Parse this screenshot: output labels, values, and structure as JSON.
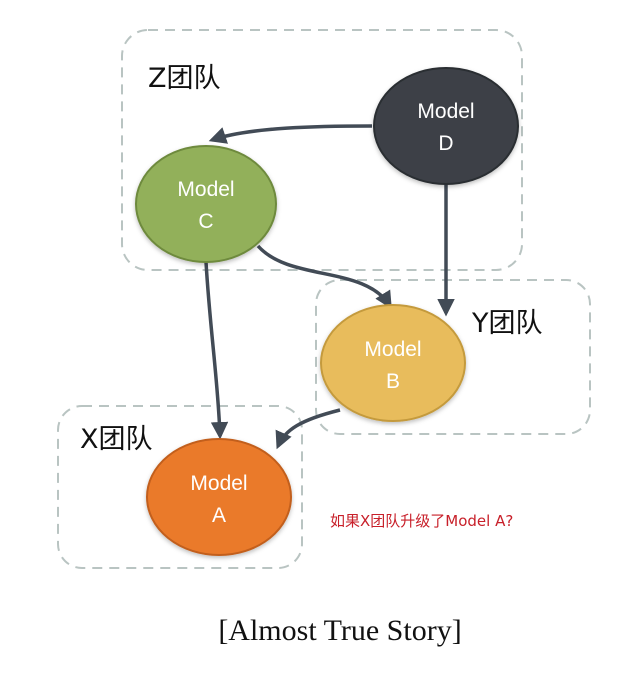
{
  "teams": {
    "z": {
      "label": "Z团队"
    },
    "y": {
      "label": "Y团队"
    },
    "x": {
      "label": "X团队"
    }
  },
  "nodes": {
    "d": {
      "line1": "Model",
      "line2": "D",
      "color": "#3c4146"
    },
    "c": {
      "line1": "Model",
      "line2": "C",
      "color": "#92b05a"
    },
    "b": {
      "line1": "Model",
      "line2": "B",
      "color": "#e8bc5c"
    },
    "a": {
      "line1": "Model",
      "line2": "A",
      "color": "#ea7a2c"
    }
  },
  "question": "如果X团队升级了Model A?",
  "caption": "[Almost True Story]",
  "colors": {
    "arrow": "#424b56",
    "dashed_border": "#b9c4c2",
    "question": "#c8202a"
  }
}
